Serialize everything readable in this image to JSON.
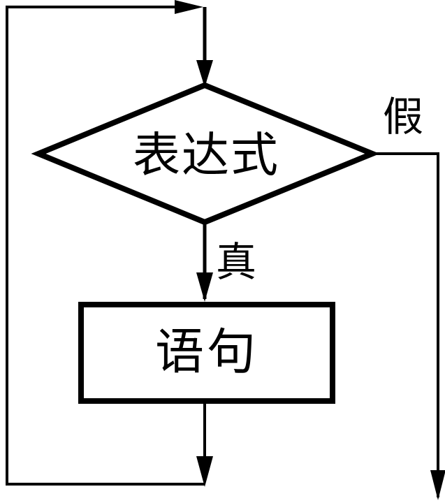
{
  "flowchart": {
    "decision": {
      "shape": "diamond",
      "label": "表达式"
    },
    "process": {
      "shape": "rectangle",
      "label": "语句"
    },
    "branches": {
      "true_label": "真",
      "false_label": "假"
    },
    "colors": {
      "line": "#000000",
      "text": "#000000",
      "background": "#ffffff"
    }
  }
}
